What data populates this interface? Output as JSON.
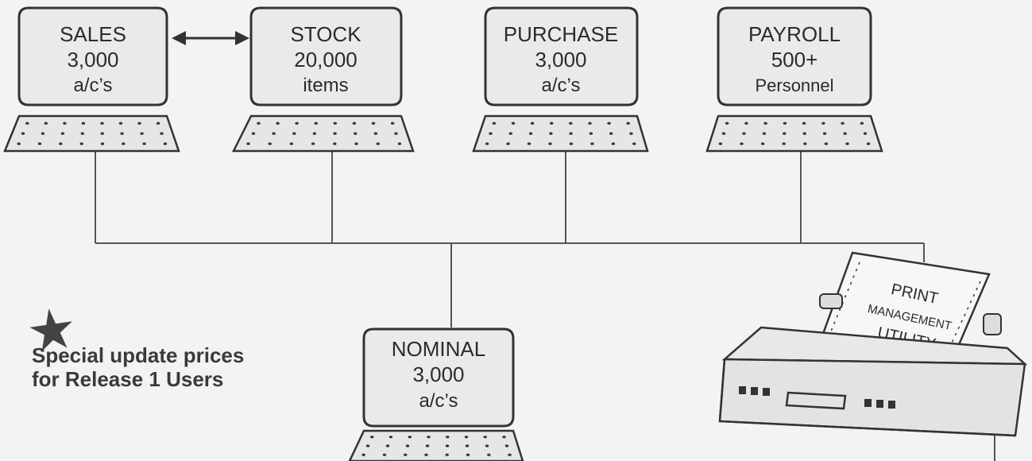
{
  "terminals": {
    "sales": {
      "line1": "SALES",
      "line2": "3,000",
      "line3": "a/c’s"
    },
    "stock": {
      "line1": "STOCK",
      "line2": "20,000",
      "line3": "items"
    },
    "purchase": {
      "line1": "PURCHASE",
      "line2": "3,000",
      "line3": "a/c’s"
    },
    "payroll": {
      "line1": "PAYROLL",
      "line2": "500+",
      "line3": "Personnel"
    },
    "nominal": {
      "line1": "NOMINAL",
      "line2": "3,000",
      "line3": "a/c’s"
    }
  },
  "printer": {
    "paper_line1": "PRINT",
    "paper_line2": "MANAGEMENT",
    "paper_line3": "UTILITY"
  },
  "promo": {
    "line1": "Special update prices",
    "line2": "for Release 1 Users"
  },
  "colors": {
    "background": "#f3f3f3",
    "ink": "#2b2b2b",
    "line": "#555555",
    "fill": "#e6e6e6"
  }
}
